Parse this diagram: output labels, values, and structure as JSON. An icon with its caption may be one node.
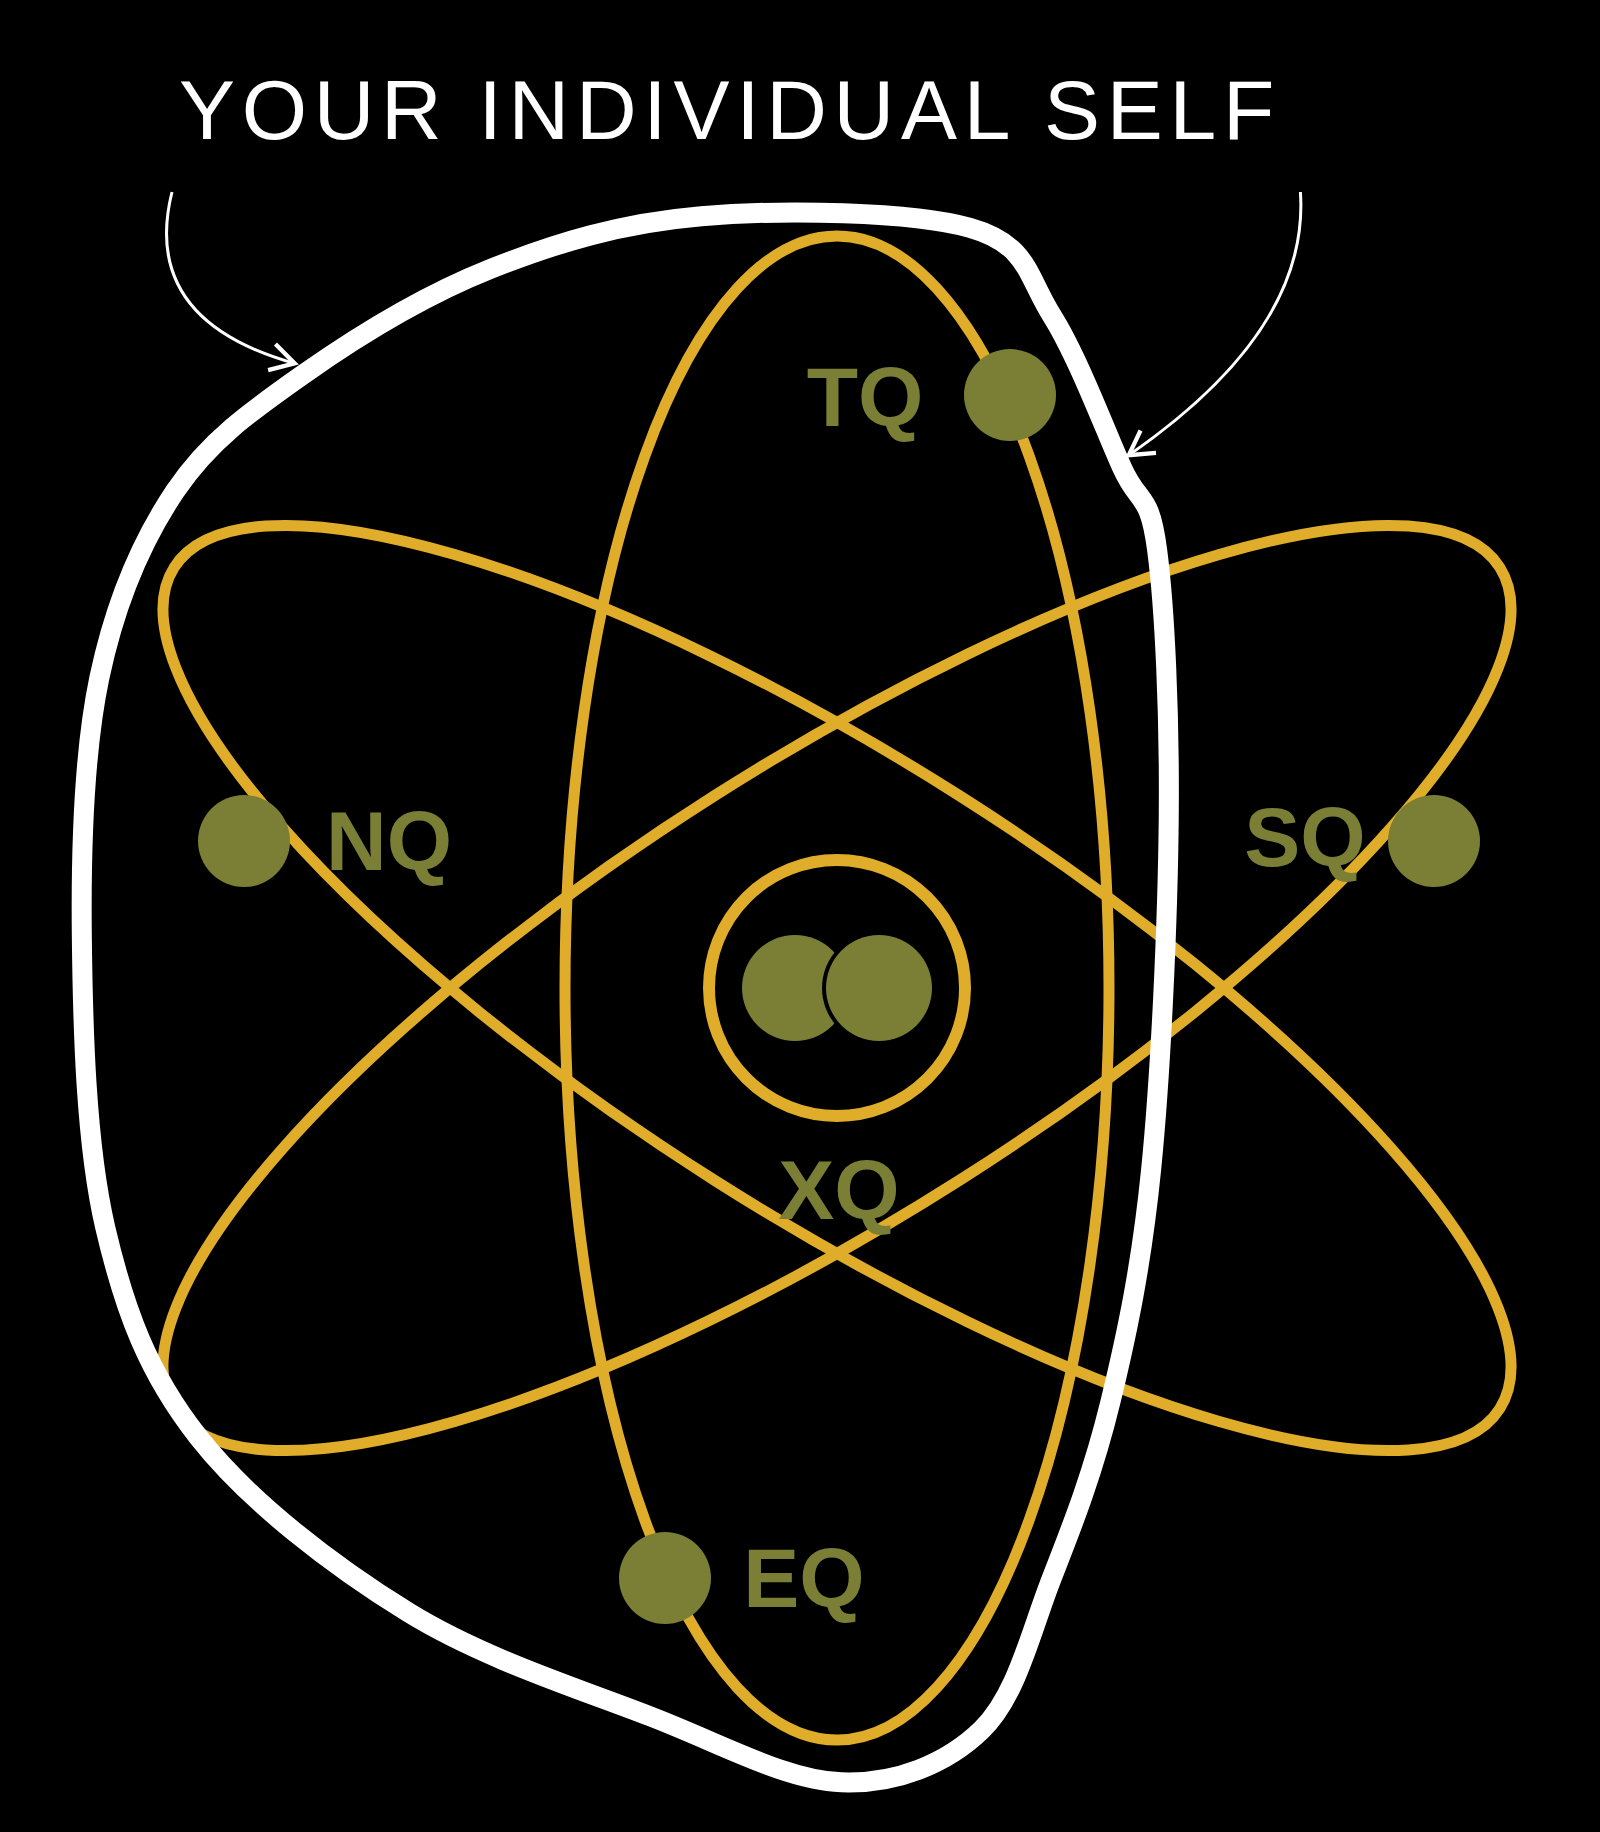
{
  "diagram": {
    "nodes": [
      {
        "text": [
          "YOUR INDIVIDUAL SELF"
        ]
      },
      {
        "text": [],
        "shape": "cloud"
      }
    ],
    "edges": [
      {
        "from": 0,
        "to": 1,
        "arrow": "to"
      },
      {
        "from": 0,
        "to": 1,
        "arrow": "to"
      }
    ],
    "labels": [
      "TQ",
      "NQ",
      "SQ",
      "XQ",
      "EQ"
    ]
  }
}
